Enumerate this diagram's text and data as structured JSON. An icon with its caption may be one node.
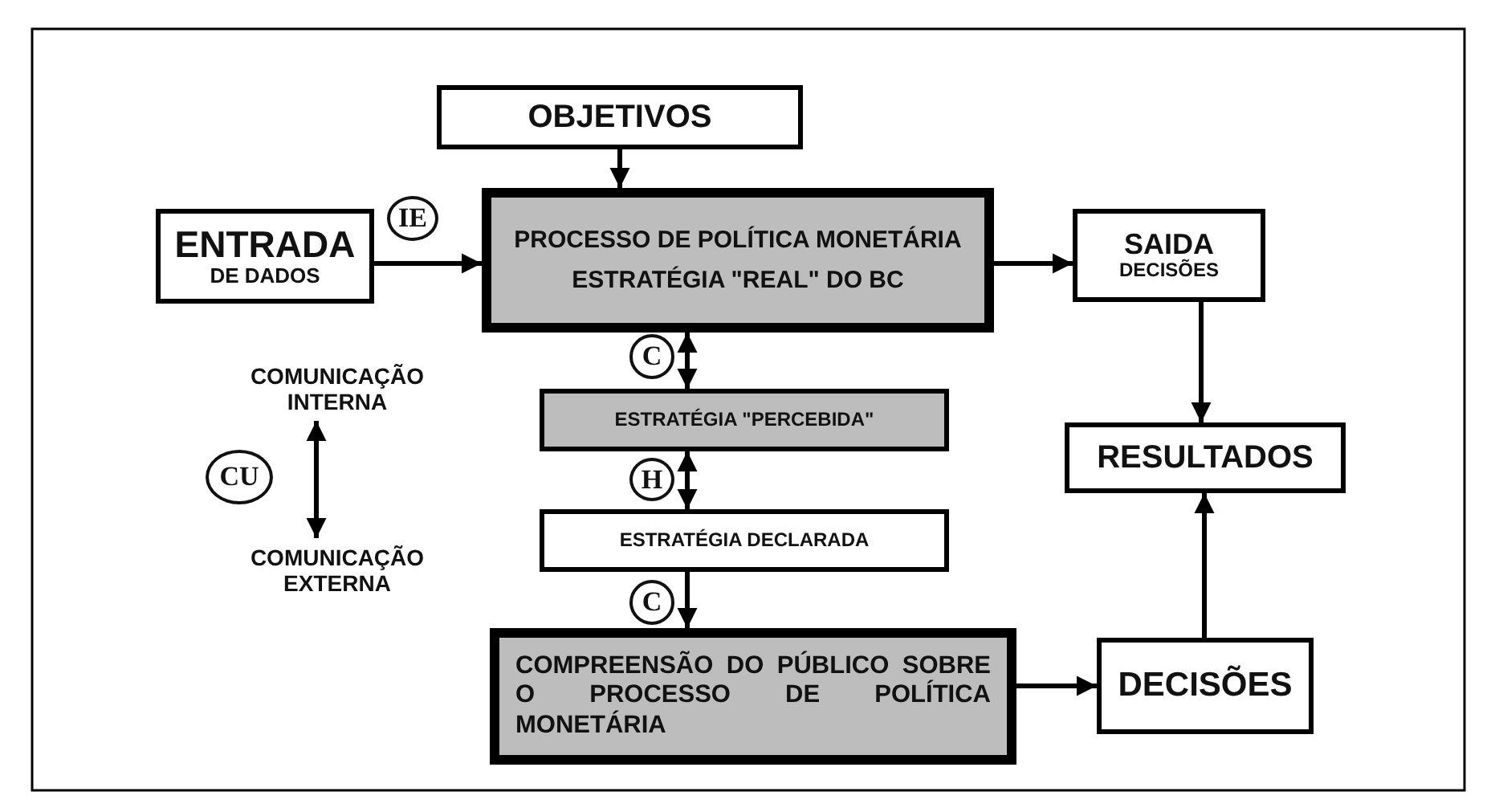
{
  "diagram": {
    "nodes": [
      {
        "text": [
          "OBJETIVOS"
        ]
      },
      {
        "text": [
          "ENTRADA",
          "DE DADOS"
        ]
      },
      {
        "text": [
          "PROCESSO DE POLÍTICA MONETÁRIA",
          "ESTRATÉGIA \"REAL\" DO BC"
        ]
      },
      {
        "text": [
          "SAIDA",
          "DECISÕES"
        ]
      },
      {
        "text": [
          "COMUNICAÇÃO INTERNA"
        ]
      },
      {
        "text": [
          "ESTRATÉGIA \"PERCEBIDA\""
        ]
      },
      {
        "text": [
          "RESULTADOS"
        ]
      },
      {
        "text": [
          "ESTRATÉGIA DECLARADA"
        ]
      },
      {
        "text": [
          "COMUNICAÇÃO EXTERNA"
        ]
      },
      {
        "text": [
          "COMPREENSÃO DO PÚBLICO SOBRE O PROCESSO DE POLÍTICA MONETÁRIA"
        ]
      },
      {
        "text": [
          "DECISÕES"
        ]
      }
    ],
    "edges": [
      {
        "from": 0,
        "to": 2,
        "arrow": "to"
      },
      {
        "from": 1,
        "to": 2,
        "arrow": "to",
        "label": "IE"
      },
      {
        "from": 2,
        "to": 3,
        "arrow": "to"
      },
      {
        "from": 2,
        "to": 5,
        "arrow": "both",
        "label": "C"
      },
      {
        "from": 5,
        "to": 7,
        "arrow": "both",
        "label": "H"
      },
      {
        "from": 7,
        "to": 9,
        "arrow": "to",
        "label": "C"
      },
      {
        "from": 9,
        "to": 10,
        "arrow": "to"
      },
      {
        "from": 10,
        "to": 6,
        "arrow": "to"
      },
      {
        "from": 3,
        "to": 6,
        "arrow": "to"
      },
      {
        "from": 4,
        "to": 8,
        "arrow": "both",
        "label": "CU"
      }
    ]
  }
}
